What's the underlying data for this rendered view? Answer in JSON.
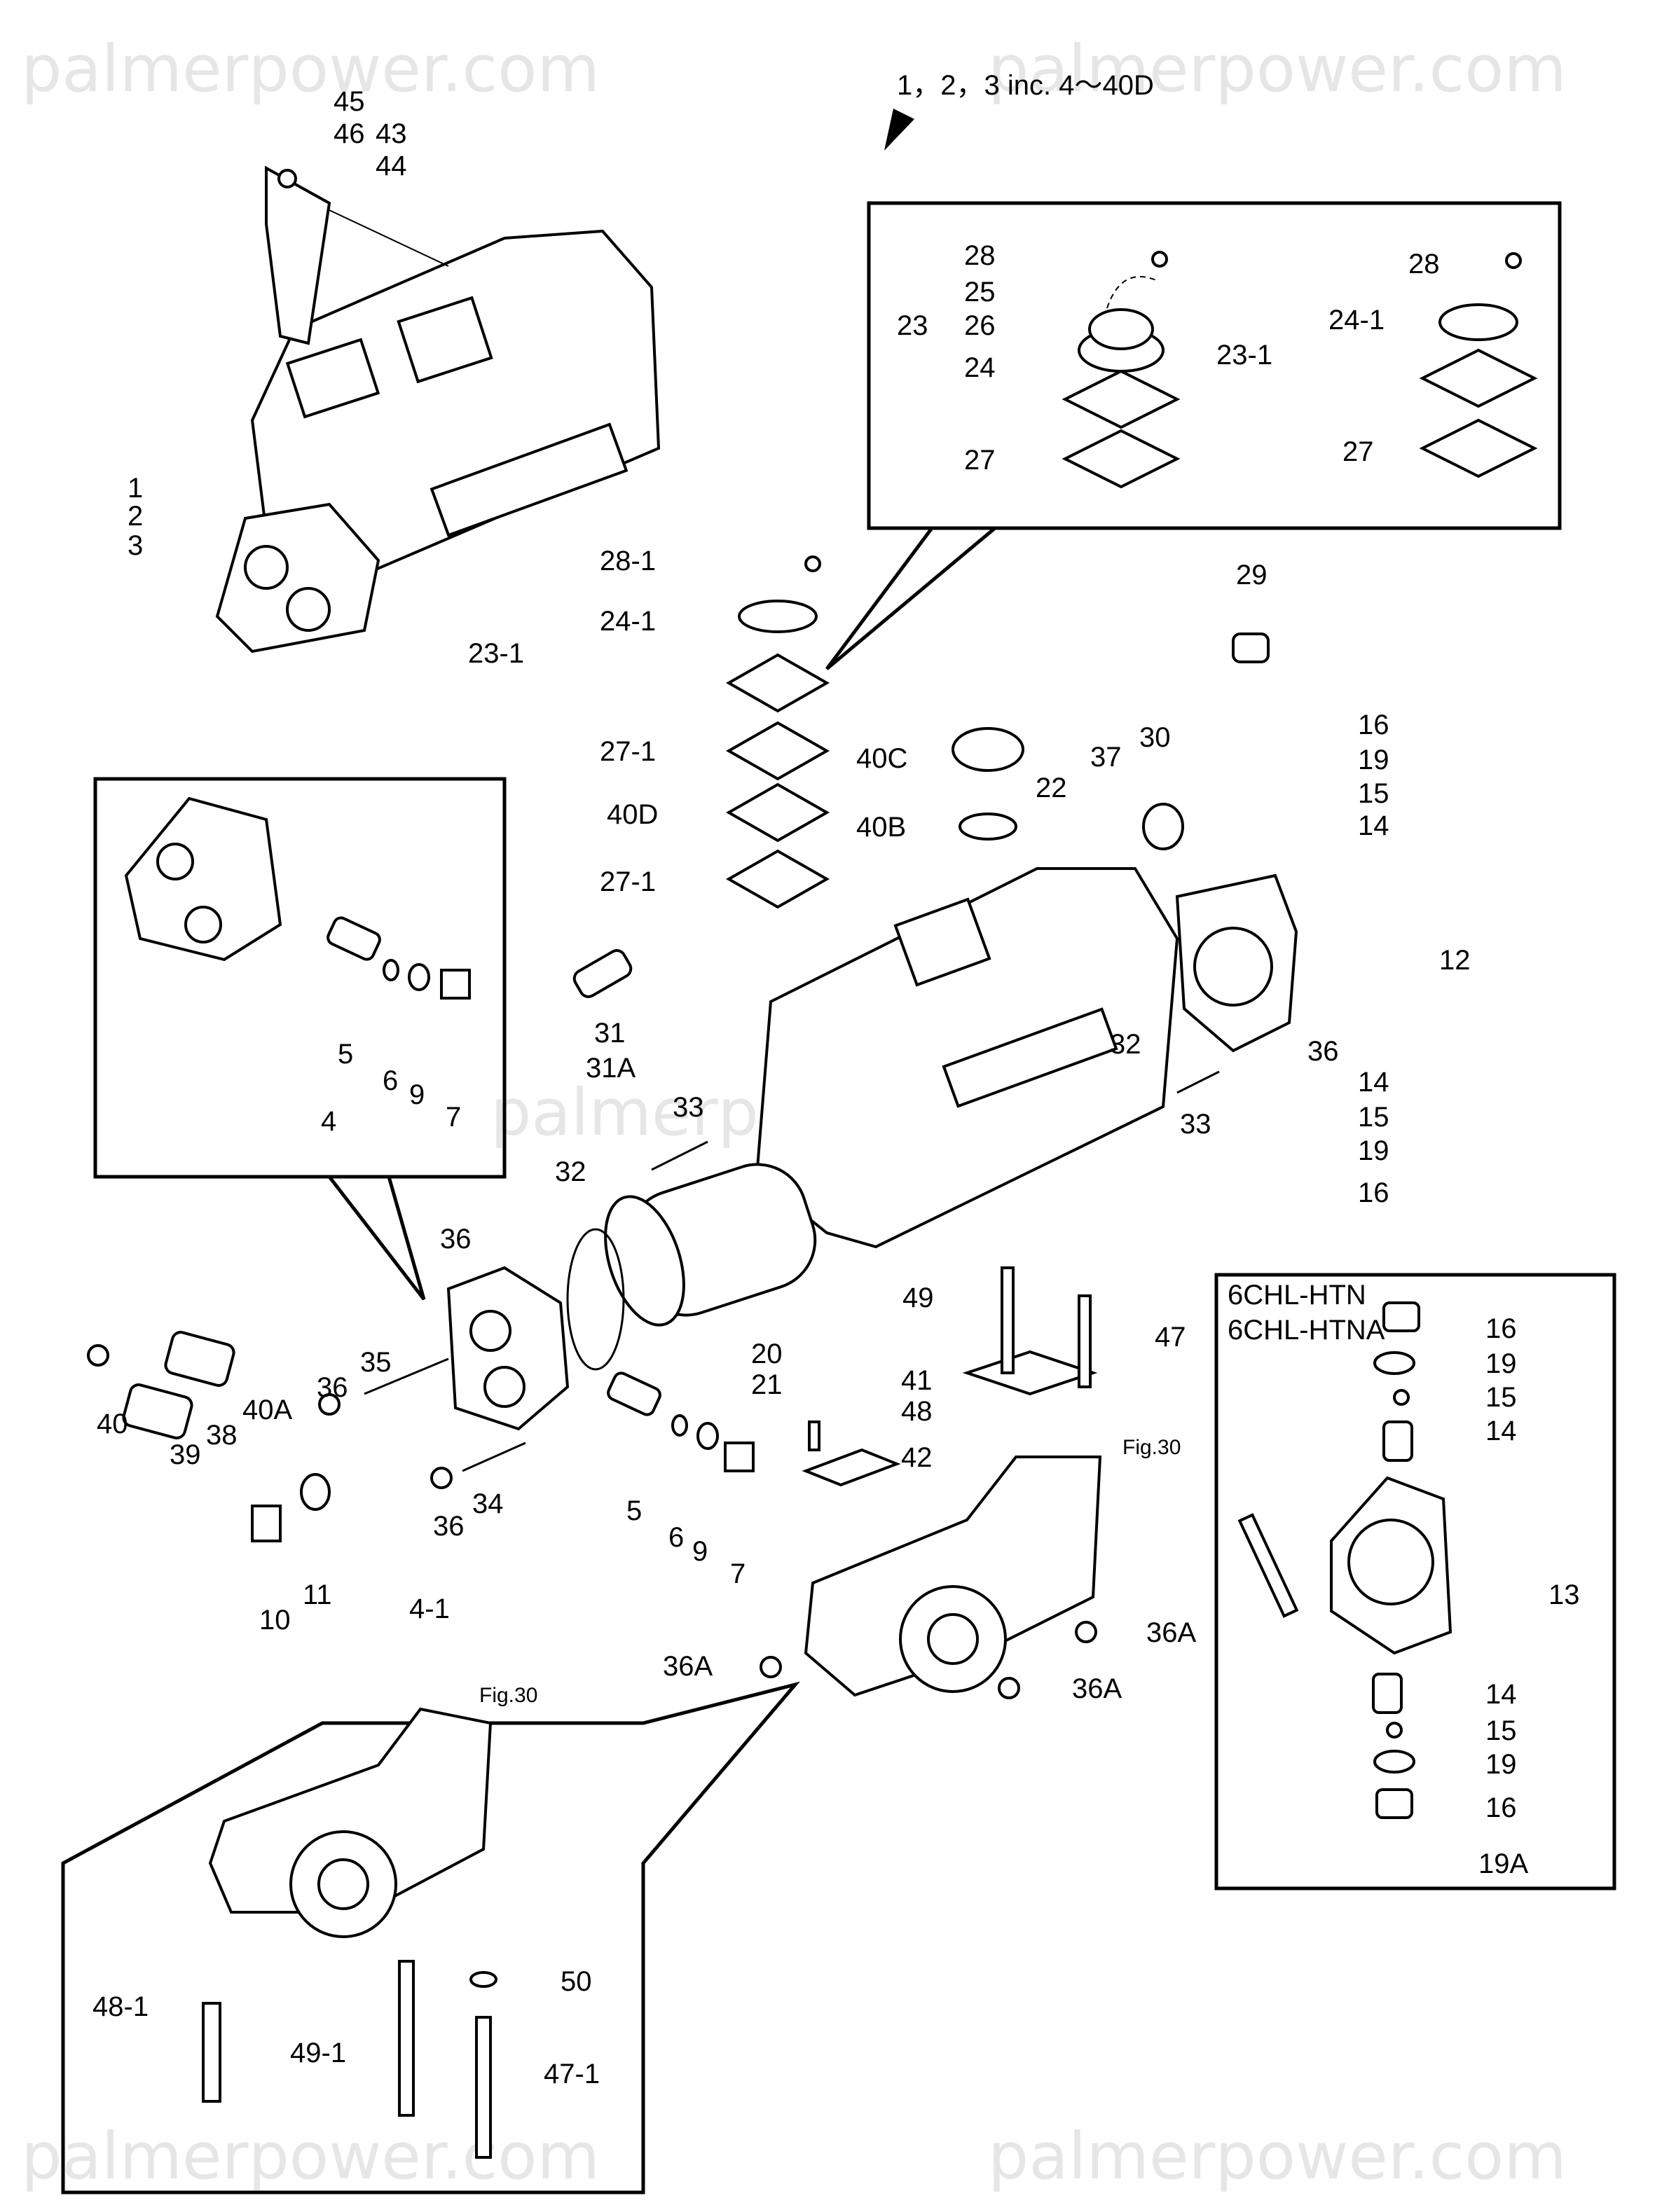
{
  "watermark": "palmerpower.com",
  "header": "1，2，3 inc. 4〜40D",
  "box_right_models": [
    "6CHL-HTN",
    "6CHL-HTNA"
  ],
  "labels": [
    "45",
    "46",
    "43",
    "44",
    "1",
    "2",
    "3",
    "28",
    "25",
    "23",
    "26",
    "24",
    "27",
    "28",
    "24-1",
    "23-1",
    "27",
    "28-1",
    "24-1",
    "23-1",
    "27-1",
    "40D",
    "27-1",
    "40C",
    "40B",
    "22",
    "37",
    "30",
    "29",
    "16",
    "19",
    "15",
    "14",
    "12",
    "36",
    "32",
    "14",
    "15",
    "19",
    "16",
    "33",
    "31",
    "31A",
    "33",
    "5",
    "6",
    "9",
    "7",
    "4",
    "32",
    "36",
    "20",
    "21",
    "49",
    "47",
    "41",
    "48",
    "42",
    "Fig.30",
    "40",
    "39",
    "38",
    "40A",
    "35",
    "36",
    "36",
    "34",
    "5",
    "6",
    "9",
    "7",
    "10",
    "11",
    "4-1",
    "36A",
    "36A",
    "36A",
    "16",
    "19",
    "15",
    "14",
    "13",
    "14",
    "15",
    "19",
    "16",
    "19A",
    "Fig.30",
    "48-1",
    "50",
    "49-1",
    "47-1"
  ]
}
